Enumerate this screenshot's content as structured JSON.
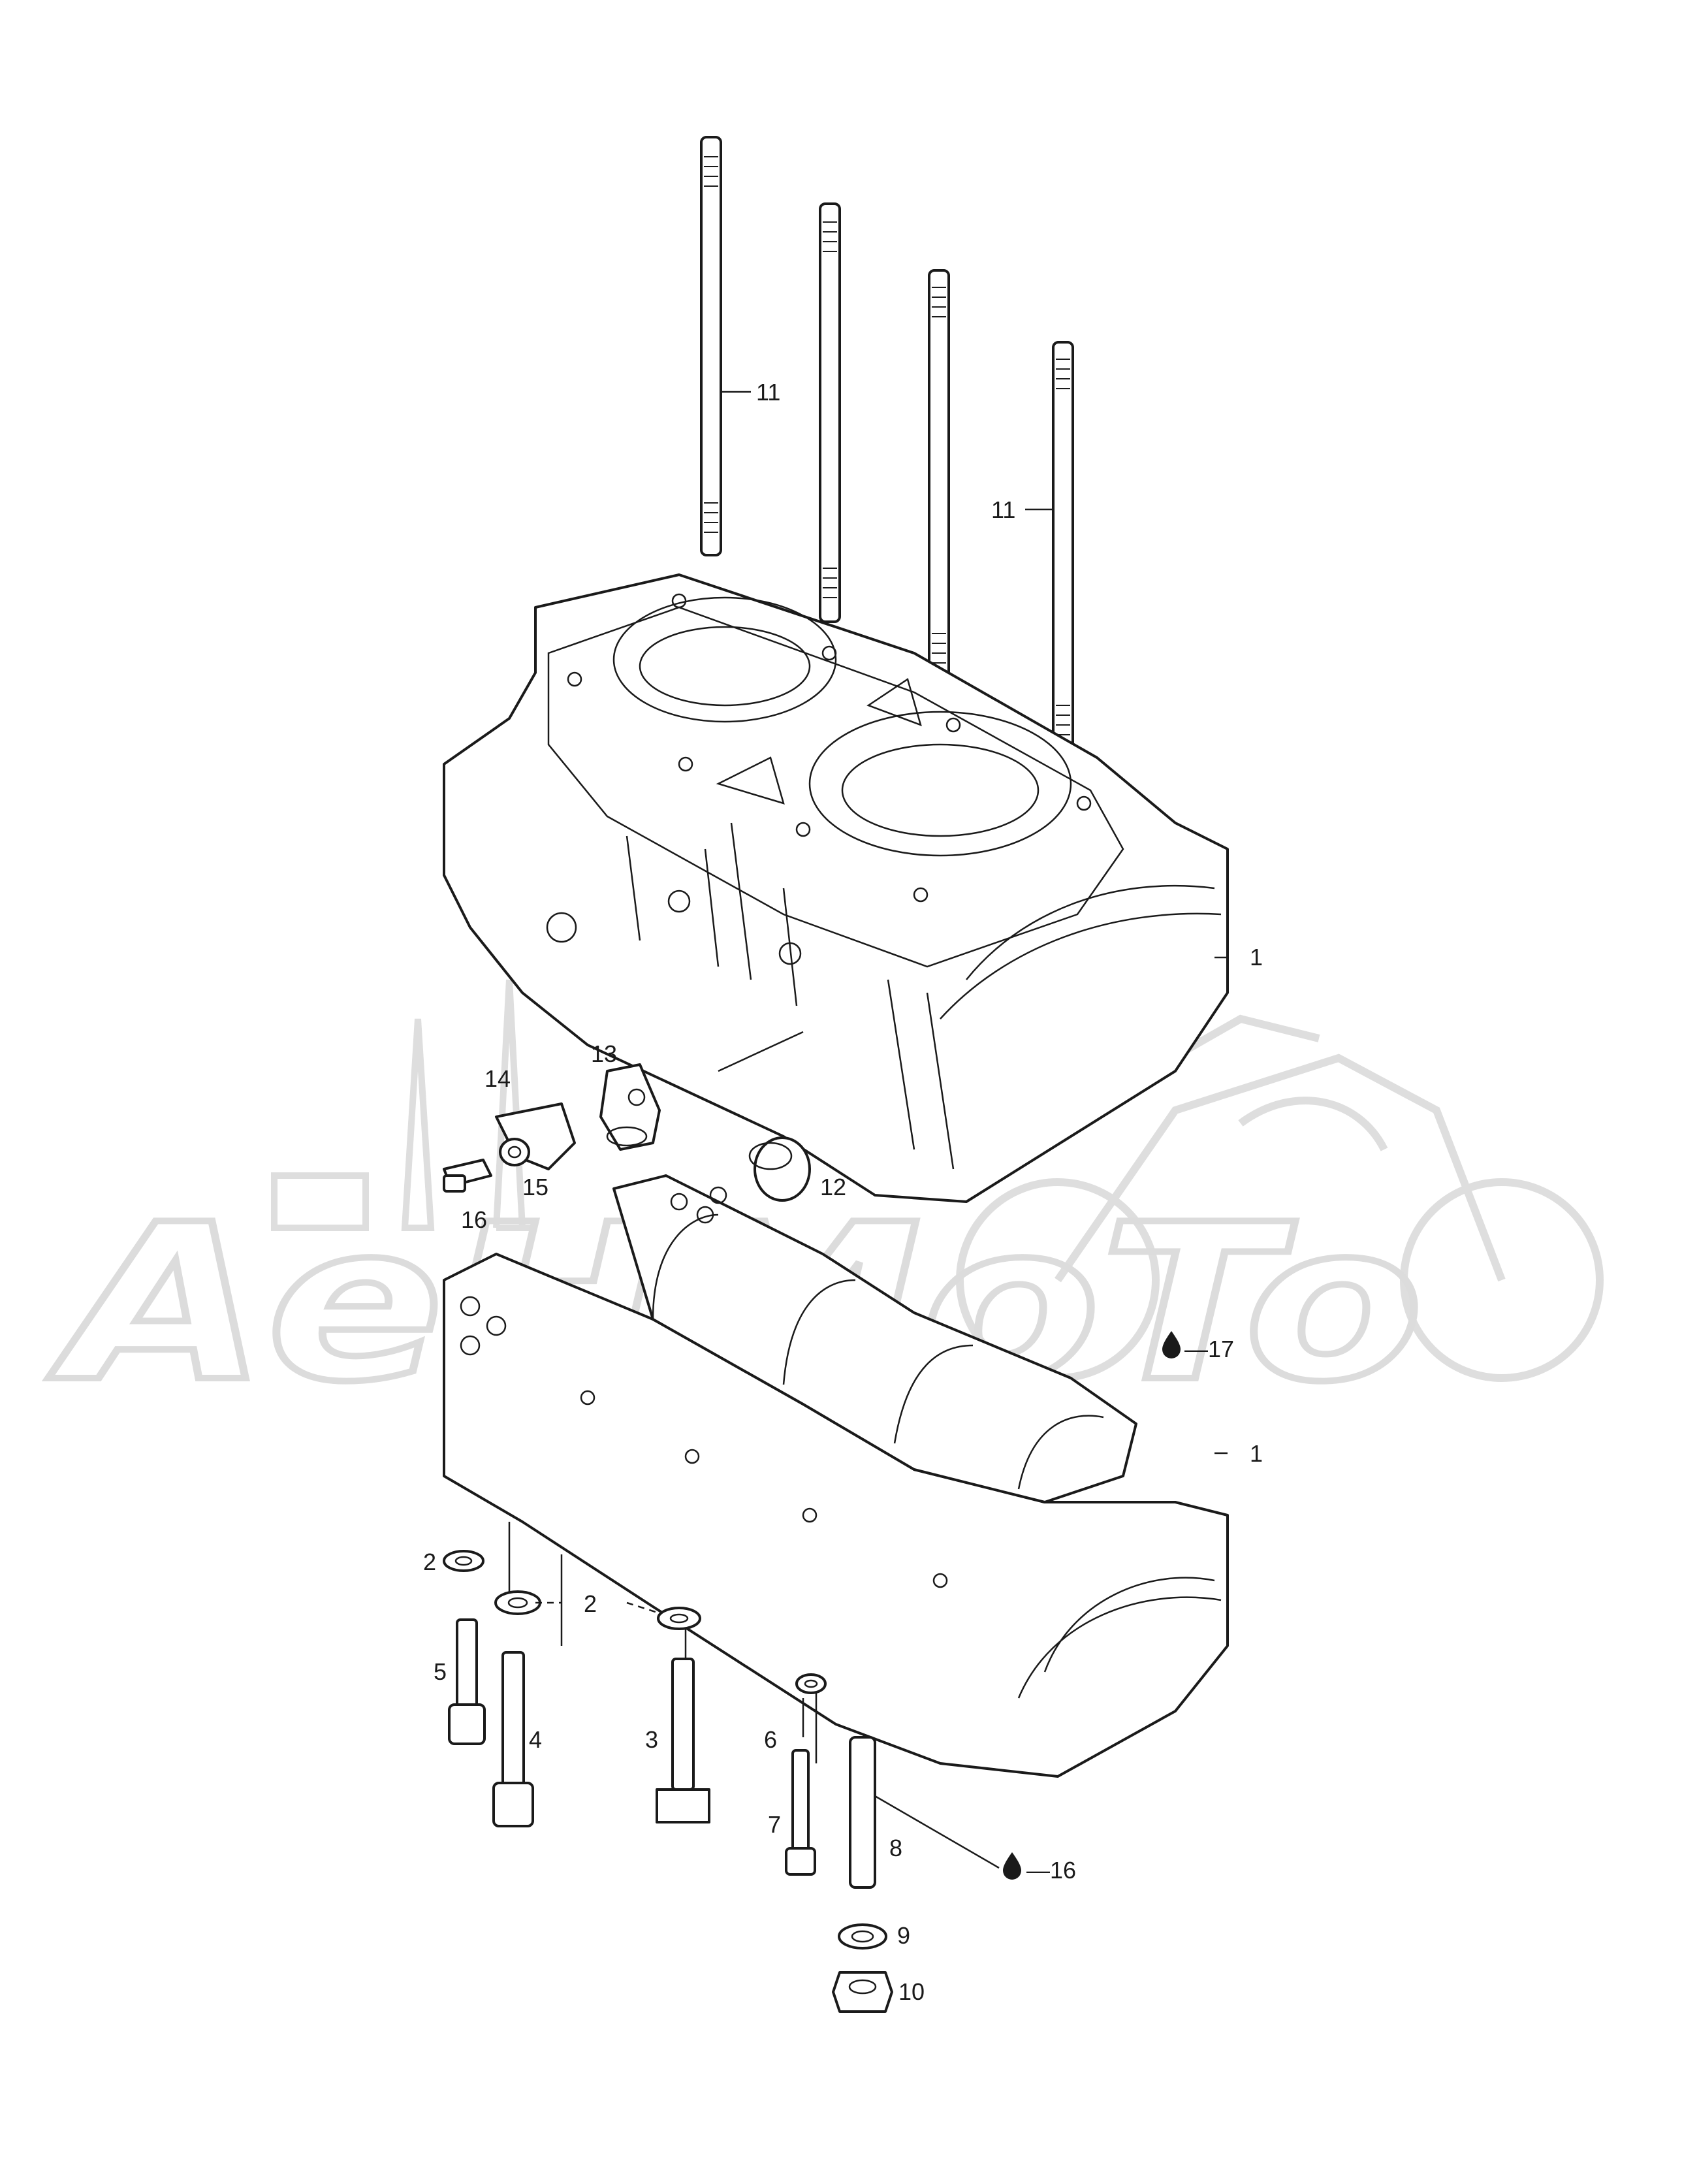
{
  "watermark": {
    "text": "AeHMoTo"
  },
  "callouts": {
    "c1_upper": "1",
    "c1_lower": "1",
    "c2a": "2",
    "c2b": "2",
    "c3": "3",
    "c4": "4",
    "c5": "5",
    "c6": "6",
    "c7": "7",
    "c8": "8",
    "c9": "9",
    "c10": "10",
    "c11a": "11",
    "c11b": "11",
    "c12": "12",
    "c13": "13",
    "c14": "14",
    "c15": "15",
    "c16a": "16",
    "c16b": "—16",
    "c17": "—17"
  },
  "colors": {
    "line": "#1a1a1a",
    "watermark": "#dcdcdc",
    "background": "#ffffff"
  }
}
